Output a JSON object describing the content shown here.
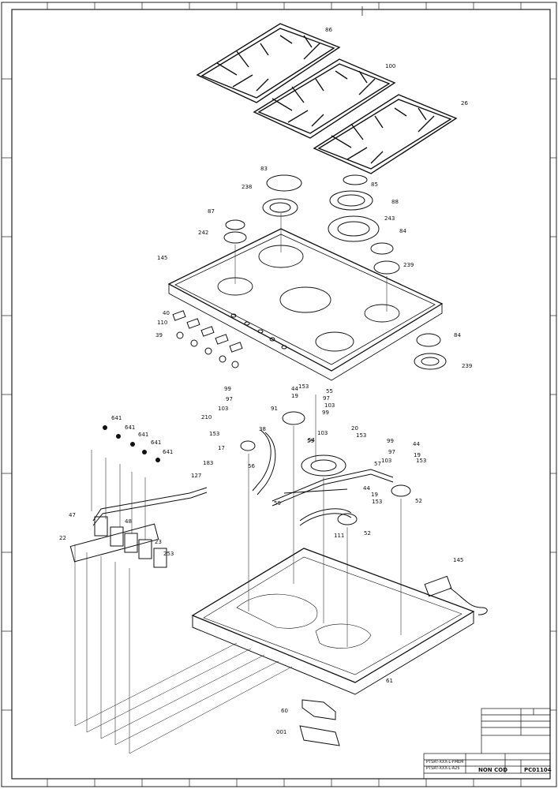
{
  "drawing": {
    "part_labels": [
      "86",
      "100",
      "26",
      "83",
      "85",
      "238",
      "88",
      "87",
      "243",
      "242",
      "84",
      "145",
      "239",
      "40",
      "110",
      "39",
      "84",
      "239",
      "153",
      "99",
      "97",
      "55",
      "103",
      "91",
      "44",
      "19",
      "97",
      "103",
      "641",
      "99",
      "210",
      "641",
      "641",
      "641",
      "641",
      "38",
      "153",
      "103",
      "17",
      "59",
      "183",
      "127",
      "56",
      "59",
      "57",
      "54",
      "20",
      "153",
      "103",
      "99",
      "44",
      "97",
      "19",
      "153",
      "44",
      "19",
      "153",
      "52",
      "52",
      "47",
      "48",
      "22",
      "23",
      "253",
      "111",
      "145",
      "61",
      "60",
      "001"
    ],
    "title_block": {
      "codes": [
        "PTSRT-XXX-L-FMEM",
        "PTSRT-XXX-L-A25"
      ],
      "stamp": "NON COD",
      "drawing_number": "PC01104"
    }
  }
}
